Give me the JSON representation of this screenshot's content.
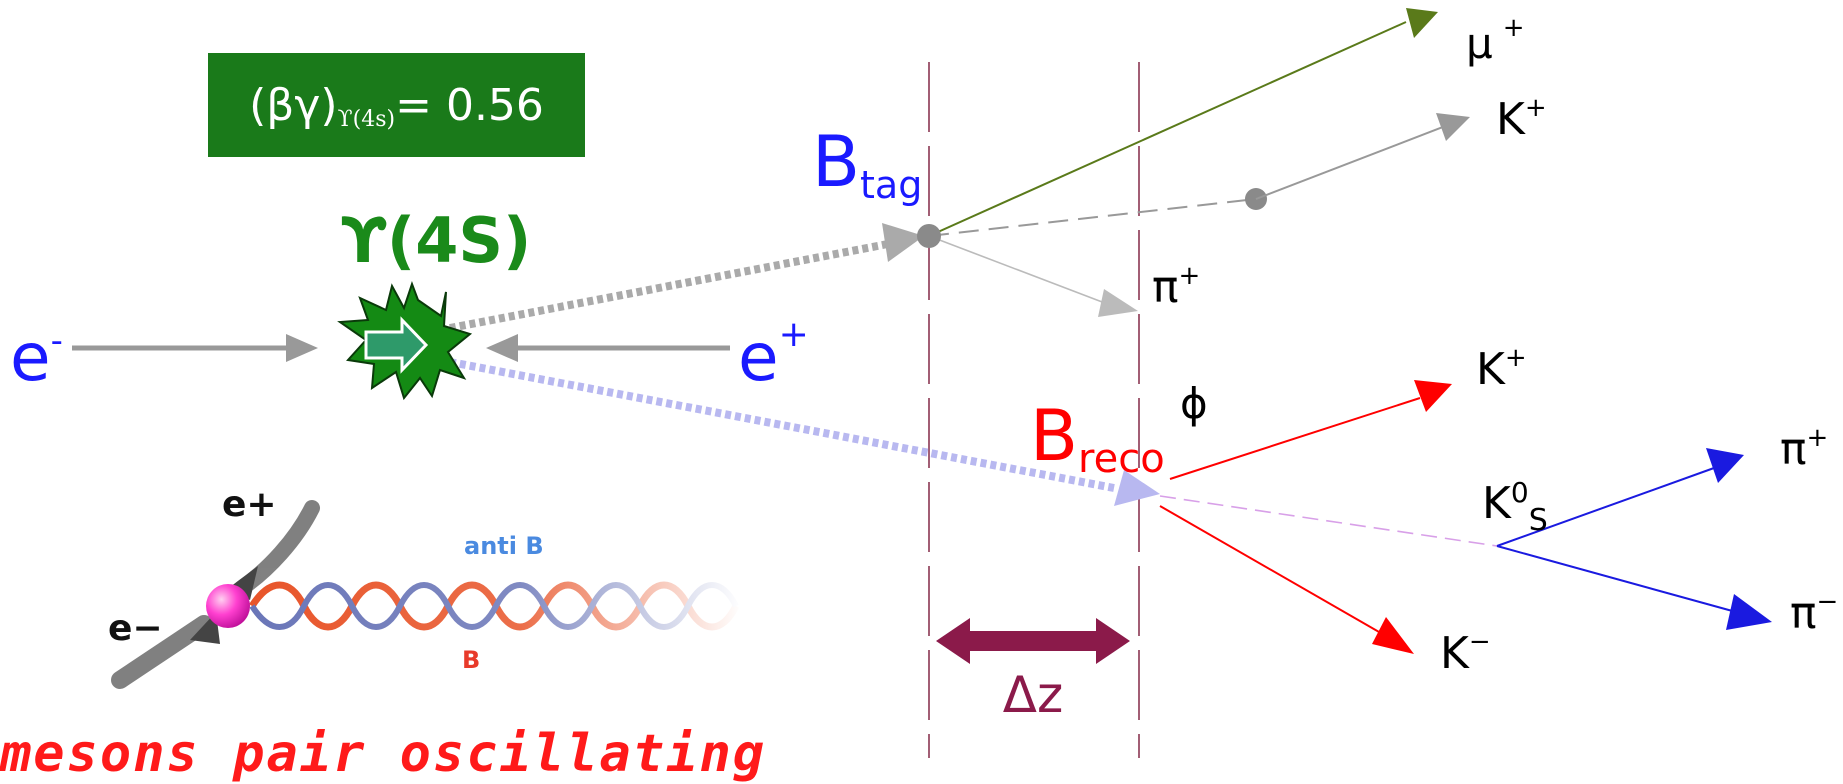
{
  "boost": {
    "prefix": "(βγ)",
    "subscript": "ϒ(4s)",
    "suffix": " = 0.56"
  },
  "resonance": {
    "label": "ϒ(4S)"
  },
  "beams": {
    "electron": "e",
    "electron_charge": "-",
    "positron": "e",
    "positron_charge": "+"
  },
  "b_tag": {
    "base": "B",
    "sub": "tag"
  },
  "b_reco": {
    "base": "B",
    "sub": "reco"
  },
  "particles": {
    "mu_plus": {
      "base": "μ",
      "sup": "+"
    },
    "k_plus_tag": {
      "base": "K",
      "sup": "+"
    },
    "pi_plus_tag": {
      "base": "π",
      "sup": "+"
    },
    "phi": {
      "base": "ϕ"
    },
    "k_plus_reco": {
      "base": "K",
      "sup": "+"
    },
    "k_minus": {
      "base": "K",
      "sup": "−"
    },
    "k0s": {
      "base": "K",
      "sup": "0",
      "sub": "S"
    },
    "pi_plus_reco": {
      "base": "π",
      "sup": "+"
    },
    "pi_minus": {
      "base": "π",
      "sup": "−"
    }
  },
  "delta_z": {
    "label": "Δz"
  },
  "inset": {
    "e_plus": "e+",
    "e_minus": "e−",
    "anti_b": "anti B",
    "b": "B"
  },
  "caption": {
    "text": "mesons pair oscillating"
  },
  "colors": {
    "green_box": "#1a7a1a",
    "resonance_label": "#1a8a1a",
    "b_tag": "#1a1aff",
    "b_reco": "#ff0000",
    "mu_track": "#5a7a1a",
    "grey_track": "#999999",
    "red_track": "#ff0000",
    "blue_track": "#1a1ae0",
    "delta_z_arrow": "#8b1a4a",
    "caption": "#ff1a1a"
  }
}
